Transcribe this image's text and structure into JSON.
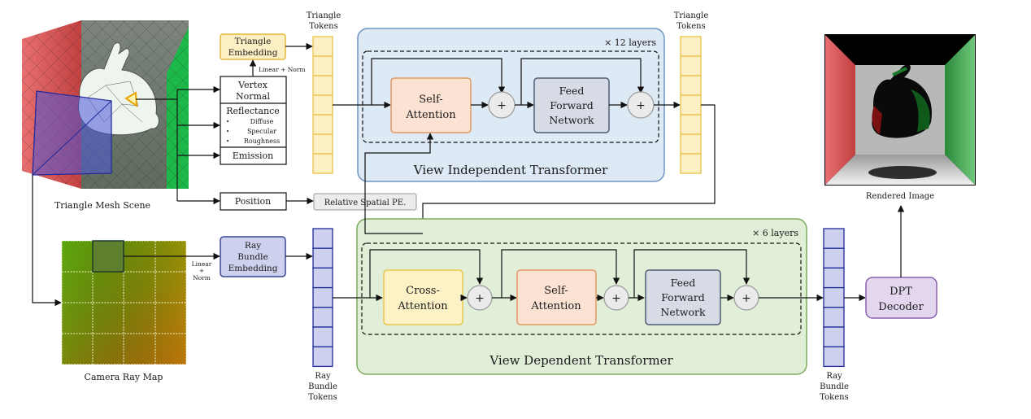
{
  "scene": {
    "mesh_label": "Triangle Mesh Scene",
    "ray_map_label": "Camera Ray Map",
    "rendered_label": "Rendered Image"
  },
  "attributes": {
    "vertex_normal": [
      "Vertex",
      "Normal"
    ],
    "reflectance_title": "Reflectance",
    "reflectance_items": [
      "Diffuse",
      "Specular",
      "Roughness"
    ],
    "emission": "Emission",
    "position": "Position"
  },
  "embeddings": {
    "triangle": [
      "Triangle",
      "Embedding"
    ],
    "linear_norm_h": "Linear + Norm",
    "relative_pe": "Relative Spatial PE.",
    "ray_bundle": [
      "Ray",
      "Bundle",
      "Embedding"
    ],
    "linear_norm_v": [
      "Linear",
      "+",
      "Norm"
    ]
  },
  "tokens": {
    "triangle_label": [
      "Triangle",
      "Tokens"
    ],
    "ray_label": [
      "Ray",
      "Bundle",
      "Tokens"
    ],
    "count": 7
  },
  "view_independent": {
    "title": "View Independent Transformer",
    "layers": "× 12 layers",
    "self_attention": [
      "Self-",
      "Attention"
    ],
    "ffn": [
      "Feed",
      "Forward",
      "Network"
    ],
    "plus": "+"
  },
  "view_dependent": {
    "title": "View Dependent Transformer",
    "layers": "× 6 layers",
    "cross_attention": [
      "Cross-",
      "Attention"
    ],
    "self_attention": [
      "Self-",
      "Attention"
    ],
    "ffn": [
      "Feed",
      "Forward",
      "Network"
    ],
    "plus": "+"
  },
  "decoder": [
    "DPT",
    "Decoder"
  ],
  "colors": {
    "vit_bg": "#dde9f5",
    "vit_border": "#6f96c2",
    "vdt_bg": "#e1efd9",
    "vdt_border": "#7eab5e",
    "tri_token_fill": "#fdefc4",
    "tri_token_border": "#e8c34a",
    "ray_token_fill": "#cdd1ee",
    "ray_token_border": "#1f2a9a",
    "self_attn_fill": "#fbe2d3",
    "self_attn_border": "#e39a63",
    "cross_attn_fill": "#fdf1c6",
    "cross_attn_border": "#e8c84a",
    "ffn_fill": "#d6dbe5",
    "ffn_border": "#4f5d73",
    "decoder_fill": "#e3d6ef",
    "decoder_border": "#8a62ad",
    "ray_embed_fill": "#cdd1ee",
    "ray_embed_border": "#3b4794",
    "tri_embed_fill": "#fdefc4",
    "tri_embed_border": "#e3b93c",
    "pe_fill": "#ececec",
    "pe_border": "#9a9a9a"
  }
}
